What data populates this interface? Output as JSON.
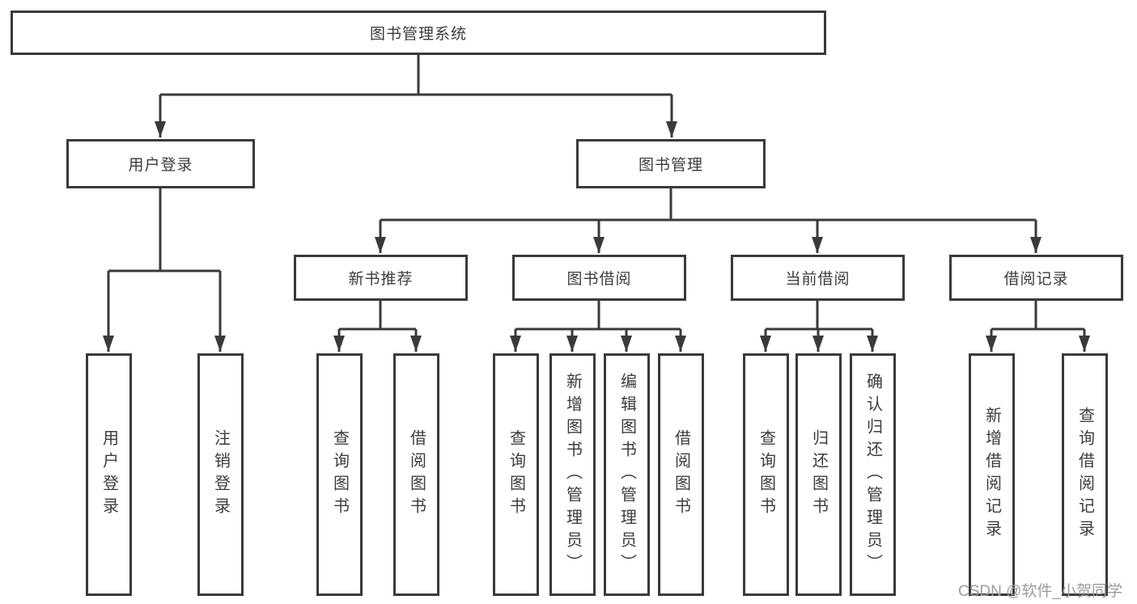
{
  "diagram": {
    "type": "tree",
    "root": {
      "label": "图书管理系统"
    },
    "level2": [
      {
        "label": "用户登录"
      },
      {
        "label": "图书管理"
      }
    ],
    "level3": [
      {
        "label": "新书推荐",
        "parent": "图书管理"
      },
      {
        "label": "图书借阅",
        "parent": "图书管理"
      },
      {
        "label": "当前借阅",
        "parent": "图书管理"
      },
      {
        "label": "借阅记录",
        "parent": "图书管理"
      }
    ],
    "leaves": [
      {
        "label": "用户登录",
        "parent": "用户登录"
      },
      {
        "label": "注销登录",
        "parent": "用户登录"
      },
      {
        "label": "查询图书",
        "parent": "新书推荐"
      },
      {
        "label": "借阅图书",
        "parent": "新书推荐"
      },
      {
        "label": "查询图书",
        "parent": "图书借阅"
      },
      {
        "label": "新增图书（管理员）",
        "parent": "图书借阅"
      },
      {
        "label": "编辑图书（管理员）",
        "parent": "图书借阅"
      },
      {
        "label": "借阅图书",
        "parent": "图书借阅"
      },
      {
        "label": "查询图书",
        "parent": "当前借阅"
      },
      {
        "label": "归还图书",
        "parent": "当前借阅"
      },
      {
        "label": "确认归还（管理员）",
        "parent": "当前借阅"
      },
      {
        "label": "新增借阅记录",
        "parent": "借阅记录"
      },
      {
        "label": "查询借阅记录",
        "parent": "借阅记录"
      }
    ]
  },
  "watermark": {
    "text": "CSDN @软件_小贺同学"
  },
  "colors": {
    "line": "#3a3a3a",
    "box_border": "#3a3a3a",
    "box_background": "#ffffff",
    "text": "#3c3c3c",
    "watermark": "#9c9c9c",
    "page_background": "#ffffff"
  }
}
